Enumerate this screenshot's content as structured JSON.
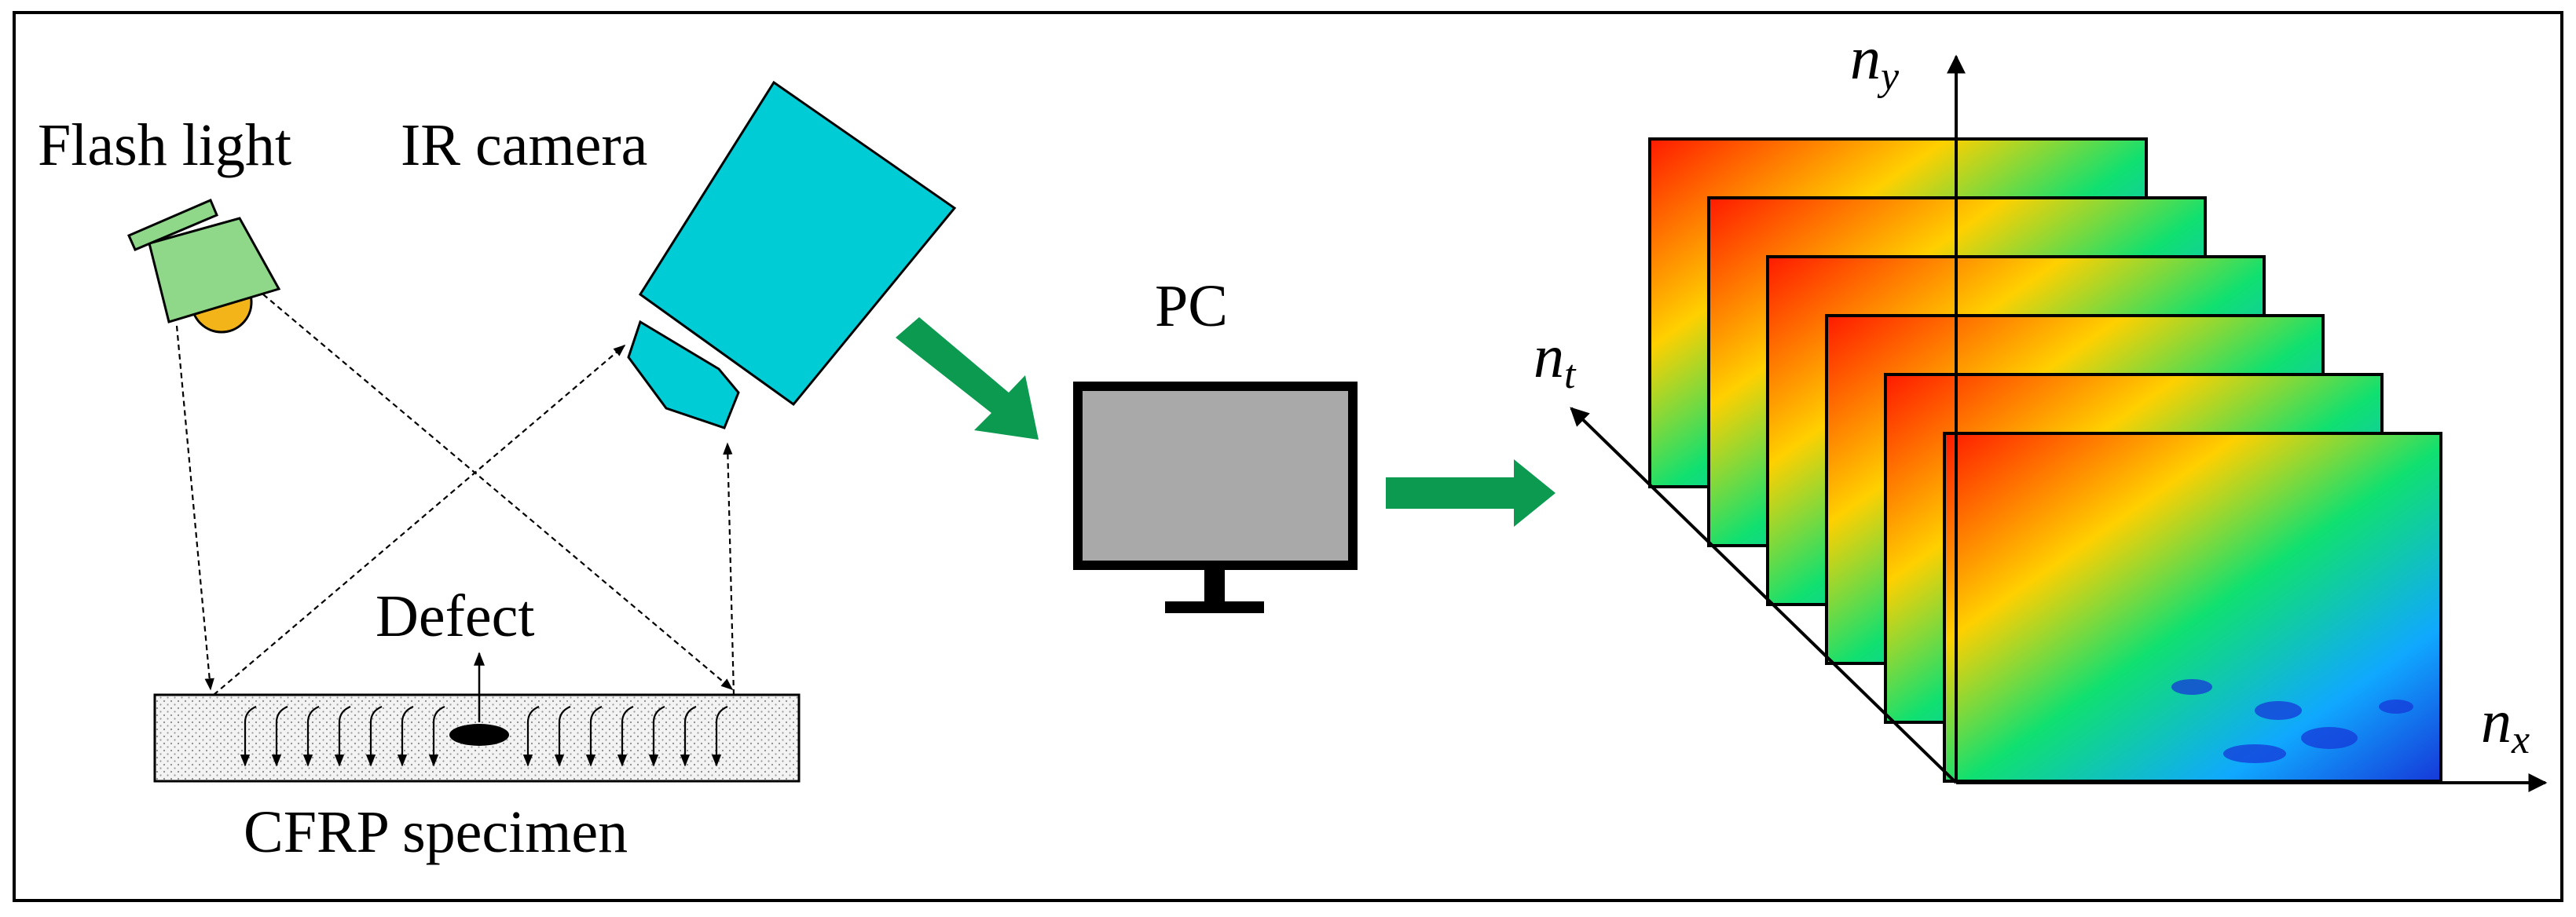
{
  "labels": {
    "flash_light": "Flash light",
    "ir_camera": "IR camera",
    "pc": "PC",
    "defect": "Defect",
    "specimen": "CFRP specimen"
  },
  "axes": {
    "x": {
      "base": "n",
      "sub": "x"
    },
    "y": {
      "base": "n",
      "sub": "y"
    },
    "t": {
      "base": "n",
      "sub": "t"
    }
  },
  "colors": {
    "flash_body": "#8fd88a",
    "flash_bulb": "#f2b418",
    "camera": "#00ccd6",
    "arrow": "#0c9a50",
    "monitor_screen": "#a9a9a9",
    "specimen_fill": "#f1f1f1",
    "thermal_hot": "#ff1a00",
    "thermal_warm": "#ffd000",
    "thermal_mid": "#10e070",
    "thermal_cool": "#10a8ff",
    "thermal_cold": "#1638d8"
  },
  "thermal_frames": 6
}
